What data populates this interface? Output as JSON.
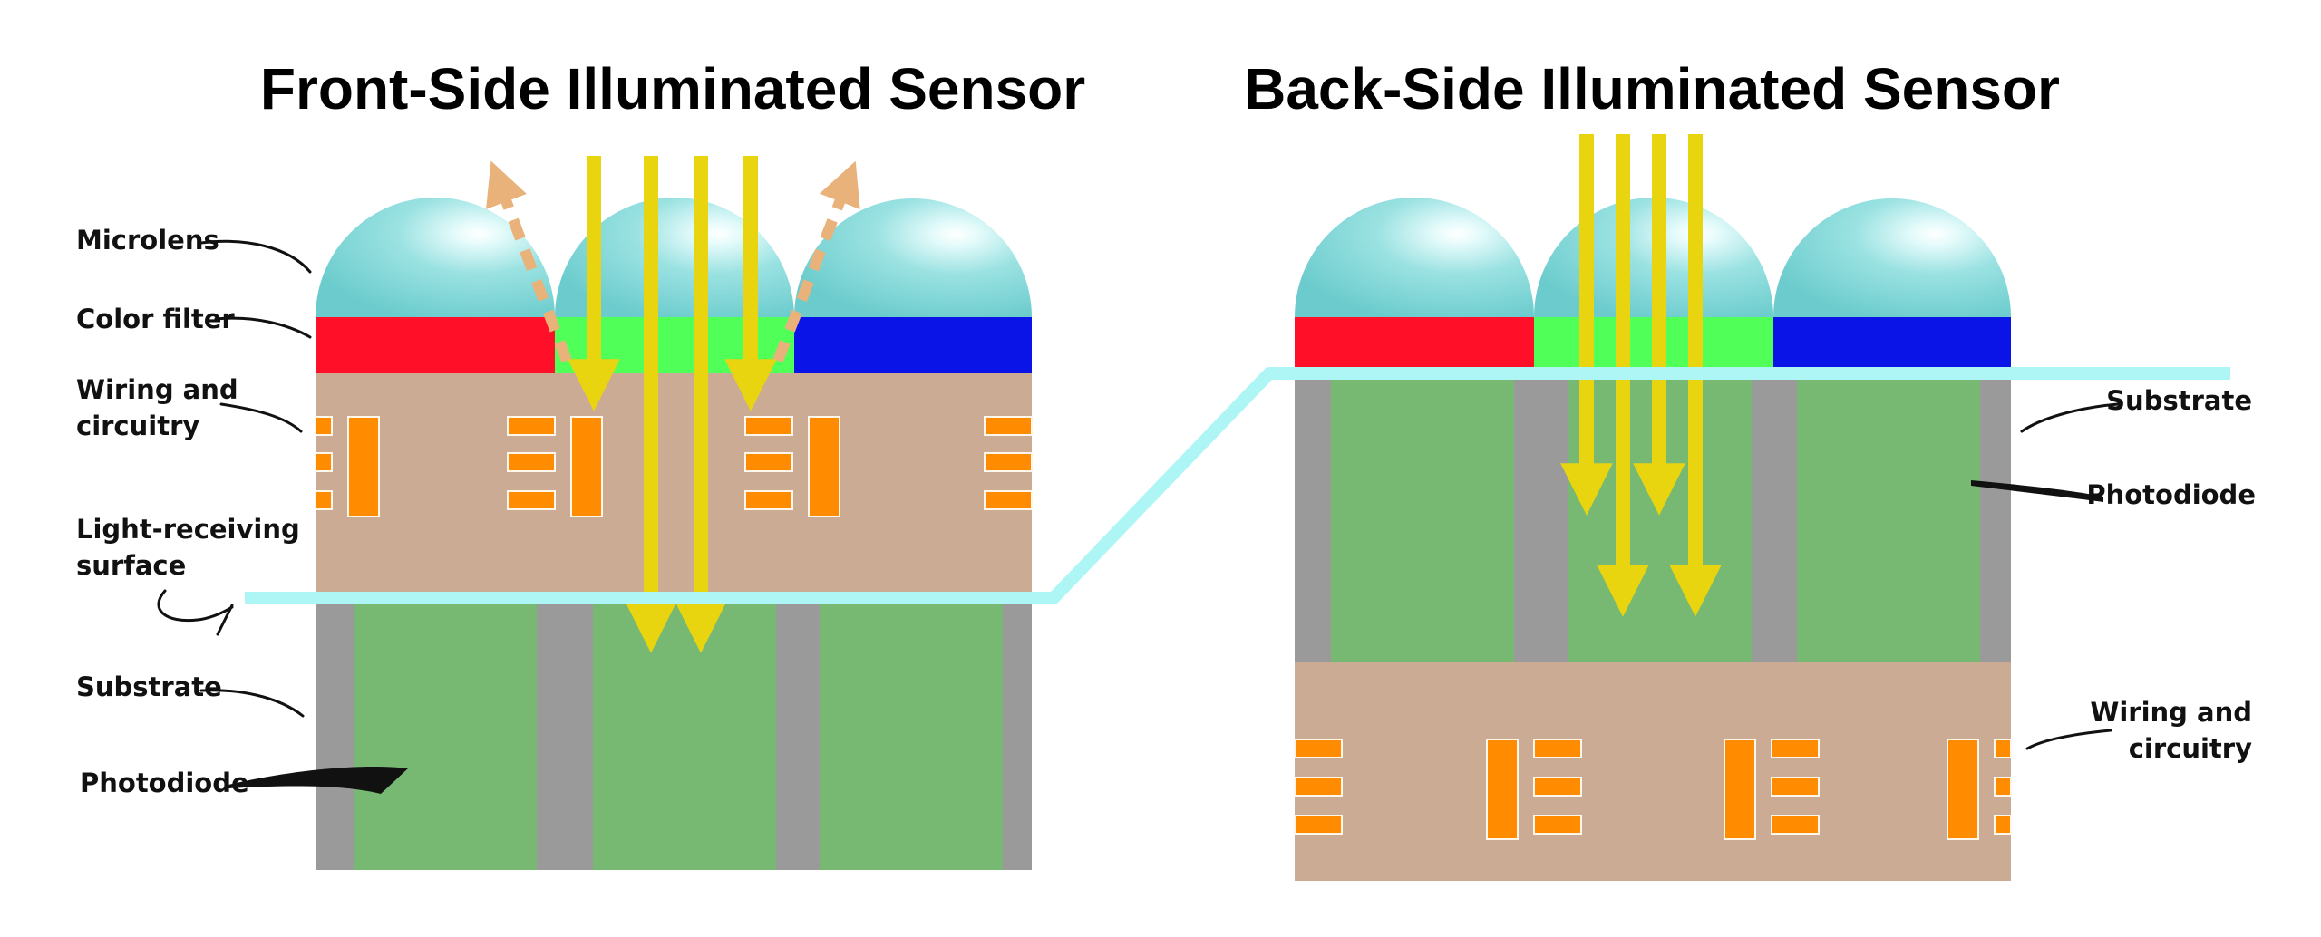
{
  "titles": {
    "front": "Front-Side Illuminated Sensor",
    "back": "Back-Side Illuminated Sensor"
  },
  "front_labels": {
    "microlens": "Microlens",
    "color_filter": "Color filter",
    "wiring_line1": "Wiring and",
    "wiring_line2": "circuitry",
    "surface_line1": "Light-receiving",
    "surface_line2": "surface",
    "substrate": "Substrate",
    "photodiode": "Photodiode"
  },
  "back_labels": {
    "substrate": "Substrate",
    "photodiode": "Photodiode",
    "wiring_line1": "Wiring and",
    "wiring_line2": "circuitry"
  },
  "colors": {
    "lens": "#7fd6d6",
    "filter_red": "#ff1028",
    "filter_green": "#50ff58",
    "filter_blue": "#0a14e6",
    "wiring": "#cbab94",
    "circuit": "#ff8c00",
    "substrate": "#9a9a9a",
    "photodiode": "#77b972",
    "light": "#e9d410",
    "scattered_light": "#e8b27a",
    "surface_line": "#aef6f6"
  }
}
